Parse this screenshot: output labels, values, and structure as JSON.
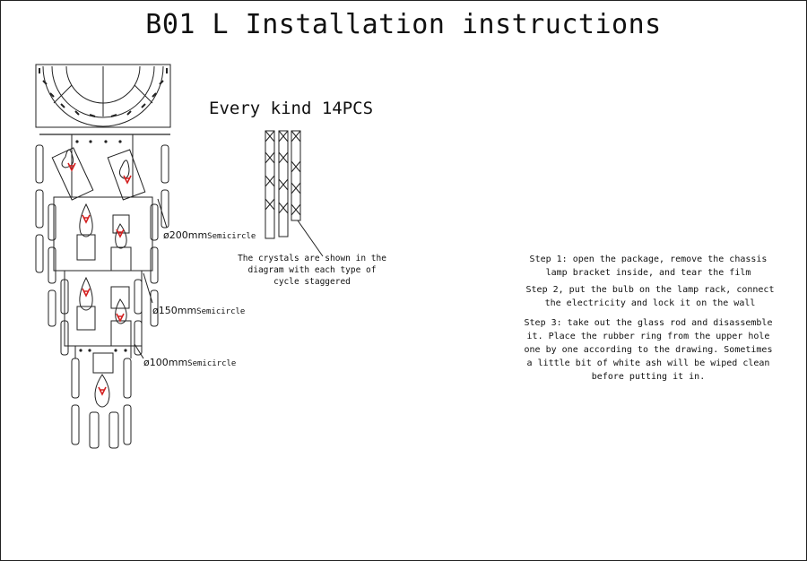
{
  "title": "B01 L Installation instructions",
  "subtitle": "Every kind 14PCS",
  "semicircles": [
    {
      "prefix": "ø200mm",
      "suffix": "Semicircle"
    },
    {
      "prefix": "ø150mm",
      "suffix": "Semicircle"
    },
    {
      "prefix": "ø100mm",
      "suffix": "Semicircle"
    }
  ],
  "crystal_note": "The crystals are shown in the diagram with each type of cycle staggered",
  "steps": [
    "Step 1: open the package, remove the chassis lamp bracket inside, and tear the film",
    "Step 2, put the bulb on the lamp rack, connect the electricity and lock it on the wall",
    "Step 3: take out the glass rod and disassemble it. Place the rubber ring from the upper hole one by one according to the drawing. Sometimes a little bit of white ash will be wiped clean before putting it in."
  ],
  "colors": {
    "line": "#222222",
    "bulb_filament": "#d42020",
    "background": "#ffffff"
  }
}
